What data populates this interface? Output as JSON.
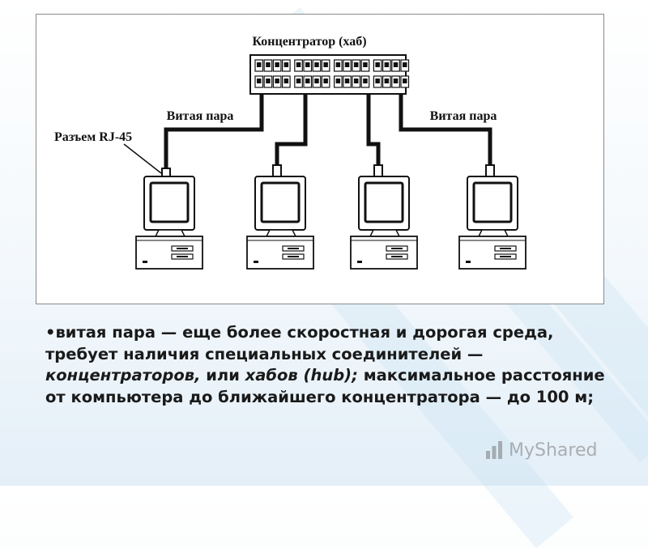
{
  "diagram": {
    "hub_label": "Концентратор (хаб)",
    "left_cable_label": "Витая пара",
    "right_cable_label": "Витая пара",
    "connector_label": "Разъем RJ-45",
    "computer_count": 4
  },
  "text": {
    "bullet": "•",
    "seg1": "витая пара — еще более скоростная и дорогая среда, требует наличия специальных соединителей — ",
    "seg2_italic": "концентраторов,",
    "seg3": " или ",
    "seg4_italic": "хабов (hub);",
    "seg5": " максимальное расстояние от компьютера до ближайшего концентратора — до 100 м;"
  },
  "watermark": {
    "text": "MyShared",
    "icon": "bar-chart-icon"
  }
}
